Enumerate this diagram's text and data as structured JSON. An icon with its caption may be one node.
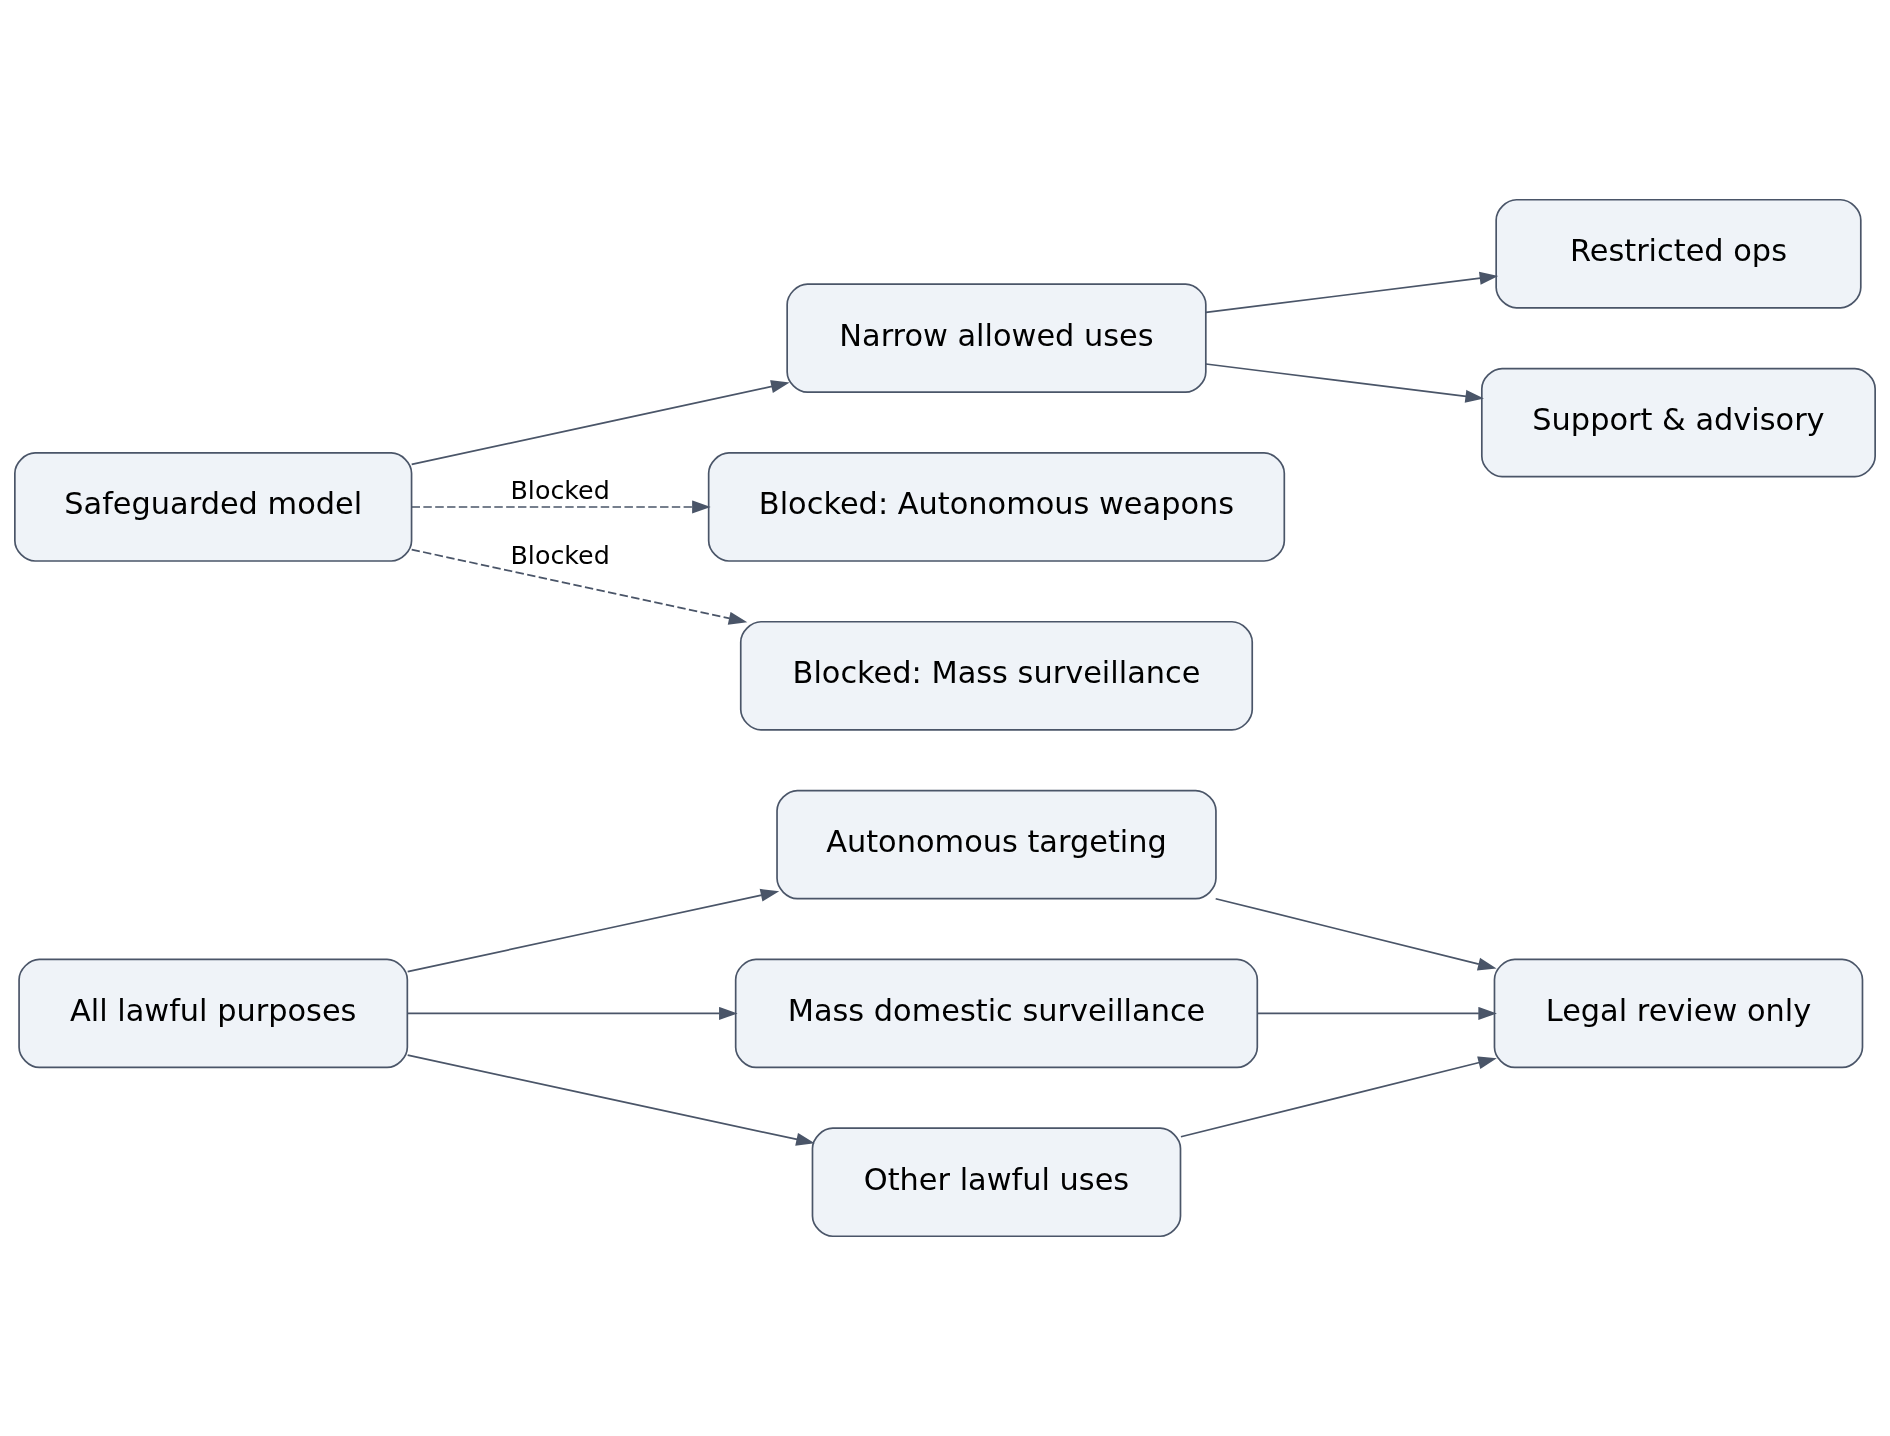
{
  "diagram": {
    "nodes": [
      {
        "text": [
          "All lawful purposes"
        ]
      },
      {
        "text": [
          "Autonomous targeting"
        ]
      },
      {
        "text": [
          "Mass domestic surveillance"
        ]
      },
      {
        "text": [
          "Other lawful uses"
        ]
      },
      {
        "text": [
          "Legal review only"
        ]
      },
      {
        "text": [
          "Safeguarded model"
        ]
      },
      {
        "text": [
          "Narrow allowed uses"
        ]
      },
      {
        "text": [
          "Blocked: Autonomous weapons"
        ]
      },
      {
        "text": [
          "Blocked: Mass surveillance"
        ]
      },
      {
        "text": [
          "Restricted ops"
        ]
      },
      {
        "text": [
          "Support & advisory"
        ]
      }
    ],
    "edges": [
      {
        "from": 0,
        "to": 1,
        "arrow": "to"
      },
      {
        "from": 0,
        "to": 2,
        "arrow": "to"
      },
      {
        "from": 0,
        "to": 3,
        "arrow": "to"
      },
      {
        "from": 1,
        "to": 4,
        "arrow": "to"
      },
      {
        "from": 2,
        "to": 4,
        "arrow": "to"
      },
      {
        "from": 3,
        "to": 4,
        "arrow": "to"
      },
      {
        "from": 5,
        "to": 6,
        "arrow": "to"
      },
      {
        "from": 5,
        "to": 7,
        "arrow": "to",
        "label": "Blocked",
        "style": "dashed"
      },
      {
        "from": 5,
        "to": 8,
        "arrow": "to",
        "label": "Blocked",
        "style": "dashed"
      },
      {
        "from": 6,
        "to": 9,
        "arrow": "to"
      },
      {
        "from": 6,
        "to": 10,
        "arrow": "to"
      }
    ]
  }
}
